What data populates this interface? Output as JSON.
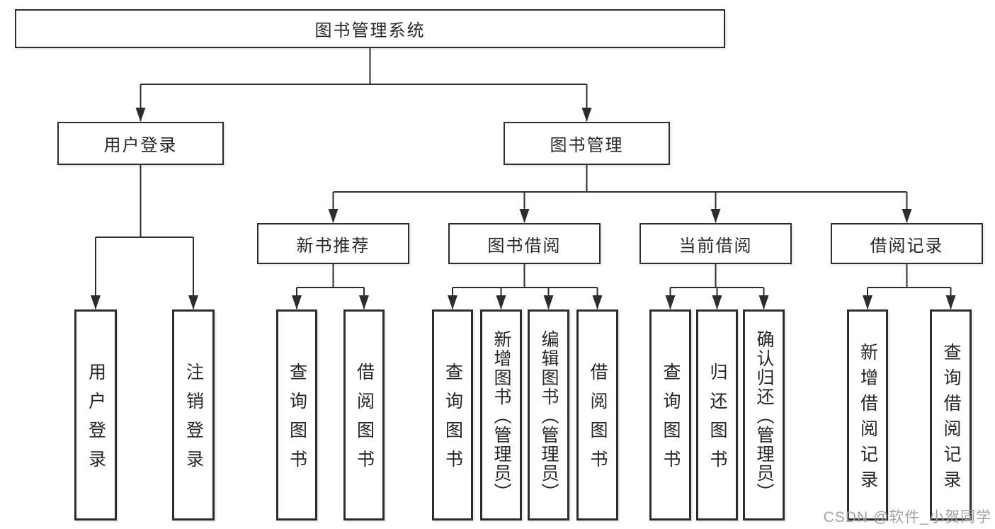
{
  "tree": {
    "root_label": "图书管理系统",
    "branches": [
      {
        "label": "用户登录",
        "leaves": [
          "用户登录",
          "注销登录"
        ]
      },
      {
        "label": "图书管理",
        "children": [
          {
            "label": "新书推荐",
            "leaves": [
              "查询图书",
              "借阅图书"
            ]
          },
          {
            "label": "图书借阅",
            "leaves": [
              "查询图书",
              "新增图书（管理员）",
              "编辑图书（管理员）",
              "借阅图书"
            ]
          },
          {
            "label": "当前借阅",
            "leaves": [
              "查询图书",
              "归还图书",
              "确认归还（管理员）"
            ]
          },
          {
            "label": "借阅记录",
            "leaves": [
              "新增借阅记录",
              "查询借阅记录"
            ]
          }
        ]
      }
    ]
  },
  "watermark": "CSDN @软件_小贺同学",
  "colors": {
    "line": "#2d2d2d",
    "box_border": "#2d2d2d",
    "text": "#262626",
    "watermark": "#9e9e9e",
    "background": "#ffffff"
  }
}
